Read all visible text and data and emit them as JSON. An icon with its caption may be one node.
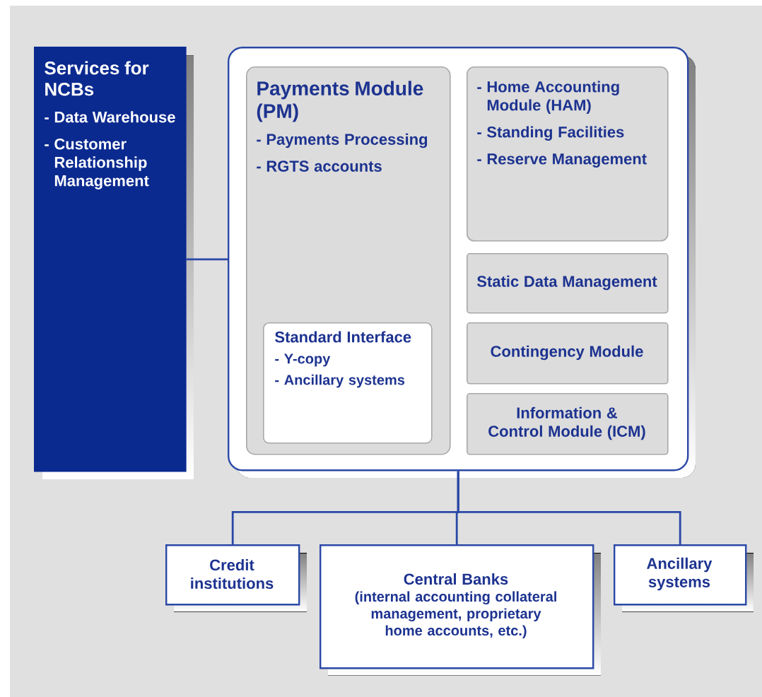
{
  "diagram": {
    "nodes": [
      {
        "text": [
          "Services for NCBs",
          "- Data Warehouse",
          "- Customer Relationship Management"
        ]
      },
      {
        "text": [],
        "shape": "box"
      },
      {
        "text": [
          "Payments Module (PM)",
          "- Payments Processing",
          "- RGTS accounts"
        ],
        "in": 1
      },
      {
        "text": [
          "Standard Interface",
          "- Y-copy",
          "- Ancillary systems"
        ],
        "in": 2
      },
      {
        "text": [
          "- Home Accounting Module (HAM)",
          "- Standing Facilities",
          "- Reserve Management"
        ],
        "in": 1
      },
      {
        "text": [
          "Static Data Management"
        ],
        "in": 1
      },
      {
        "text": [
          "Contingency Module"
        ],
        "in": 1
      },
      {
        "text": [
          "Information & Control Module (ICM)"
        ],
        "in": 1
      },
      {
        "text": [
          "Credit institutions"
        ]
      },
      {
        "text": [
          "Central Banks",
          "(internal accounting collateral management, proprietary home accounts, etc.)"
        ]
      },
      {
        "text": [
          "Ancillary systems"
        ]
      }
    ],
    "edges": [
      {
        "from": 0,
        "to": 1,
        "arrow": "none"
      },
      {
        "from": 1,
        "to": 8,
        "arrow": "none"
      },
      {
        "from": 1,
        "to": 9,
        "arrow": "none"
      },
      {
        "from": 1,
        "to": 10,
        "arrow": "none"
      }
    ]
  }
}
